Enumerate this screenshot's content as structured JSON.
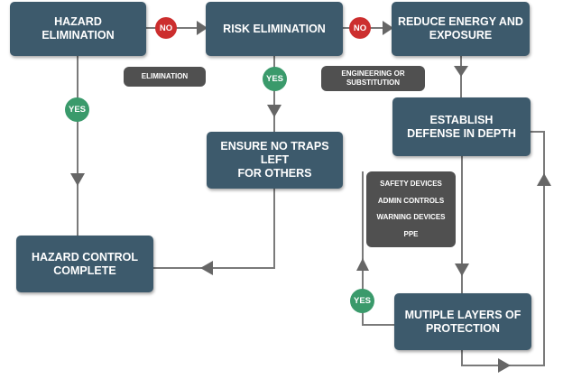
{
  "nodes": {
    "hazard_elimination": "HAZARD\nELIMINATION",
    "risk_elimination": "RISK ELIMINATION",
    "reduce_energy": "REDUCE ENERGY AND\nEXPOSURE",
    "ensure_no_traps": "ENSURE NO TRAPS LEFT\nFOR OTHERS",
    "establish_defense": "ESTABLISH\nDEFENSE IN DEPTH",
    "hazard_control_complete": "HAZARD CONTROL\nCOMPLETE",
    "multiple_layers": "MUTIPLE LAYERS OF\nPROTECTION"
  },
  "tags": {
    "elimination": "ELIMINATION",
    "engineering": "ENGINEERING OR\nSUBSTITUTION",
    "controls": [
      "SAFETY DEVICES",
      "ADMIN CONTROLS",
      "WARNING DEVICES",
      "PPE"
    ]
  },
  "badges": {
    "no_1": "NO",
    "no_2": "NO",
    "yes_1": "YES",
    "yes_2": "YES",
    "yes_3": "YES"
  },
  "colors": {
    "box": "#3d5a6c",
    "tag": "#505050",
    "no": "#cc2e2e",
    "yes": "#3a9a6b",
    "line": "#7a7a7a"
  }
}
